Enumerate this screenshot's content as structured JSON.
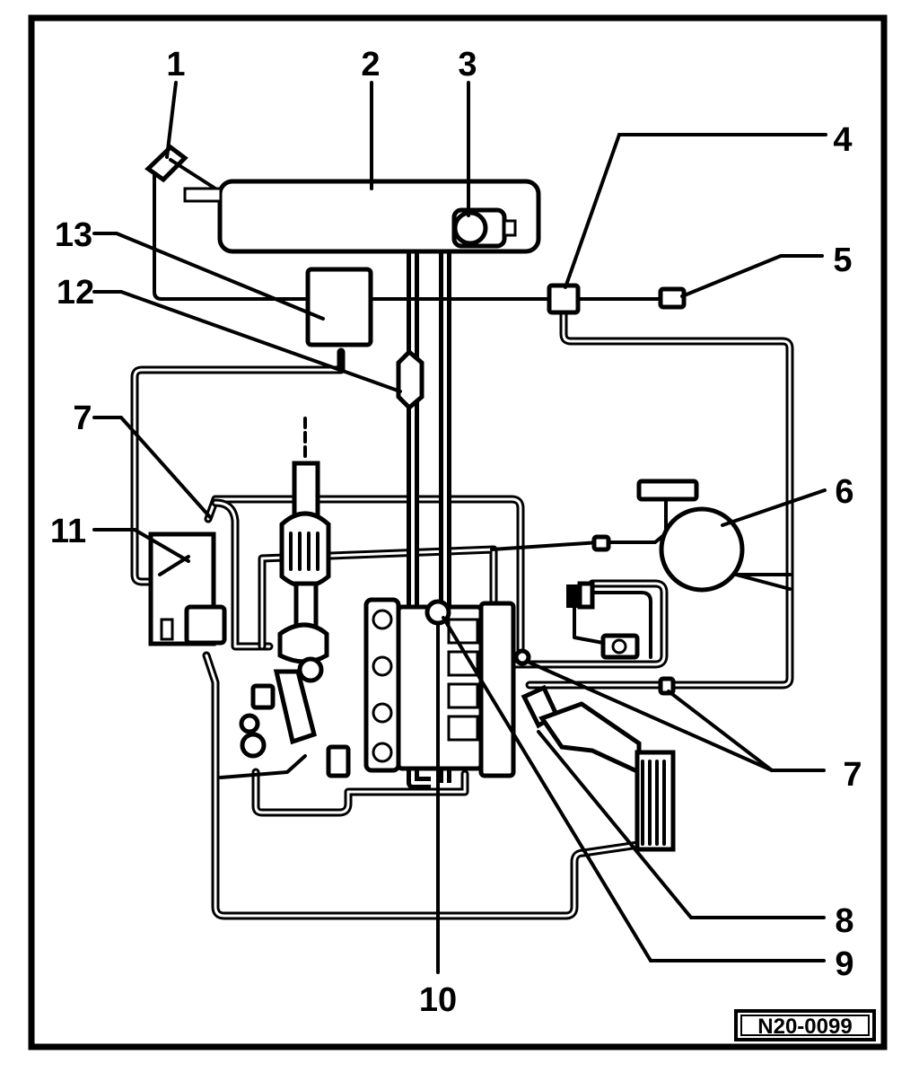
{
  "diagram": {
    "reference_code": "N20-0099",
    "callouts": [
      {
        "id": "c1",
        "label": "1"
      },
      {
        "id": "c2",
        "label": "2"
      },
      {
        "id": "c3",
        "label": "3"
      },
      {
        "id": "c4",
        "label": "4"
      },
      {
        "id": "c5",
        "label": "5"
      },
      {
        "id": "c6",
        "label": "6"
      },
      {
        "id": "c7a",
        "label": "7"
      },
      {
        "id": "c7b",
        "label": "7"
      },
      {
        "id": "c8",
        "label": "8"
      },
      {
        "id": "c9",
        "label": "9"
      },
      {
        "id": "c10",
        "label": "10"
      },
      {
        "id": "c11",
        "label": "11"
      },
      {
        "id": "c12",
        "label": "12"
      },
      {
        "id": "c13",
        "label": "13"
      }
    ]
  }
}
